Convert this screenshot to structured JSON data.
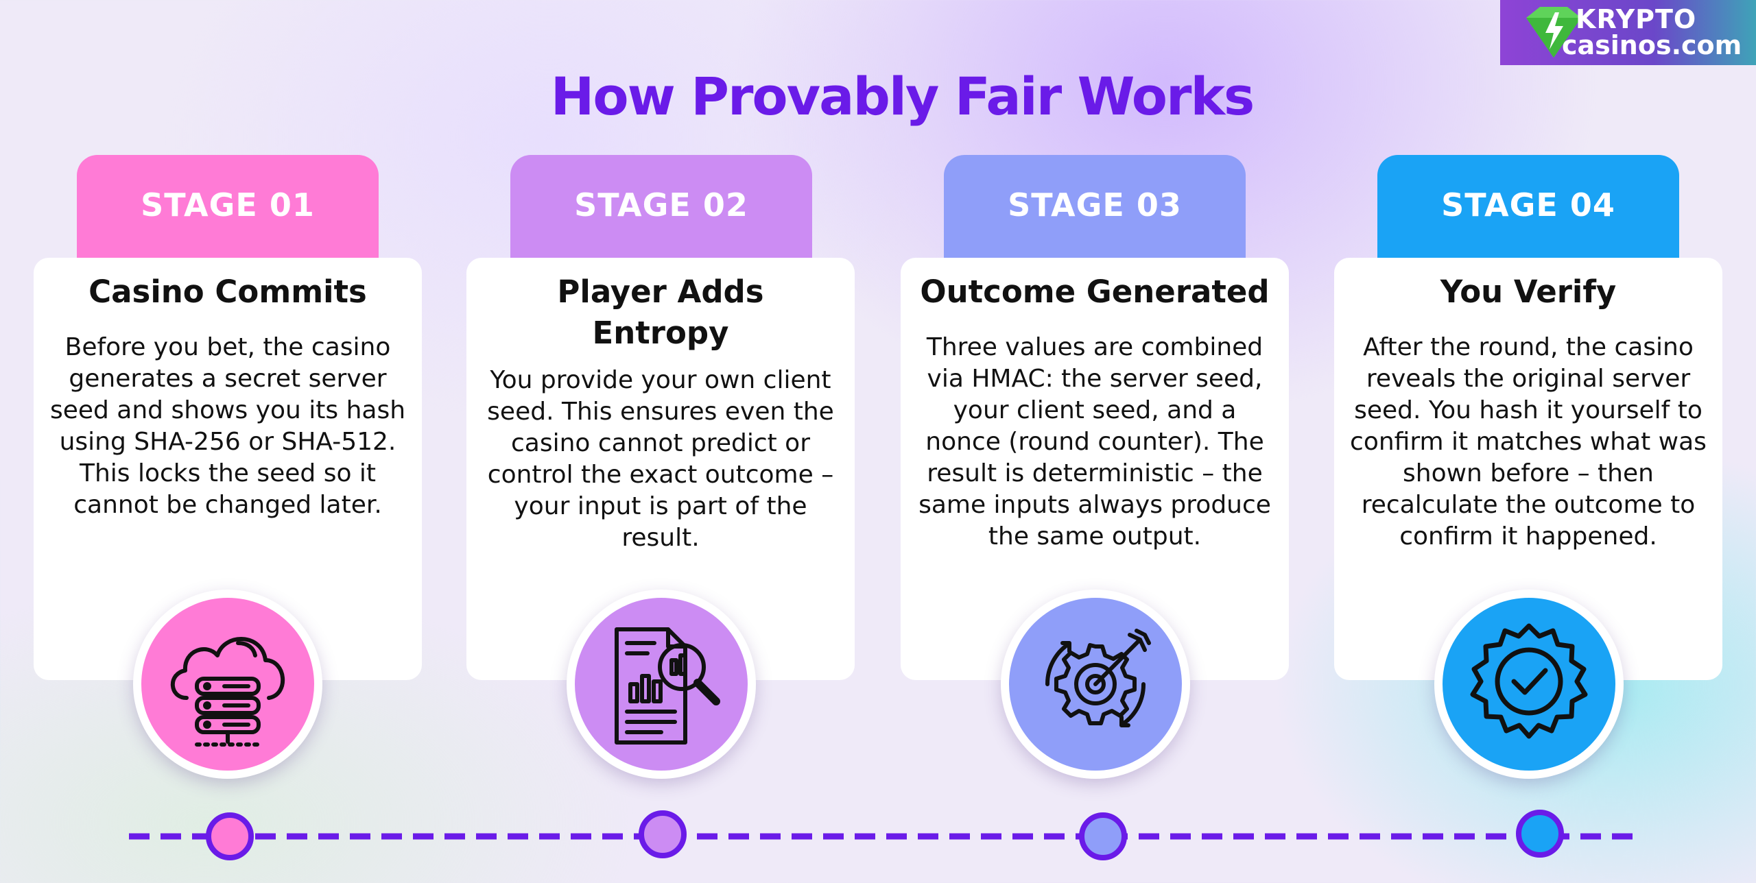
{
  "brand": {
    "line1": "KRYPTO",
    "line2": "casinos.com",
    "colors": {
      "gradient_start": "#8e44d6",
      "gradient_end": "#3fa3b8"
    }
  },
  "title": "How Provably Fair Works",
  "stages": [
    {
      "tab": "STAGE 01",
      "heading": "Casino Commits",
      "description": "Before you bet, the casino generates a secret server seed and shows you its hash using SHA-256 or SHA-512. This locks the seed so it cannot be changed later.",
      "icon": "cloud-server-icon",
      "color": "#ff7bd6"
    },
    {
      "tab": "STAGE 02",
      "heading": "Player Adds Entropy",
      "description": "You provide your own client seed. This ensures even the casino cannot predict or control the exact outcome – your input is part of the result.",
      "icon": "report-magnifier-icon",
      "color": "#cc8cf3"
    },
    {
      "tab": "STAGE 03",
      "heading": "Outcome Generated",
      "description": "Three values are combined via HMAC: the server seed, your client seed, and a nonce (round counter). The result is deterministic – the same inputs always produce the same output.",
      "icon": "gear-target-icon",
      "color": "#8f9ef9"
    },
    {
      "tab": "STAGE 04",
      "heading": "You Verify",
      "description": "After the round, the casino reveals the original server seed. You hash it yourself to confirm it matches what was shown before – then recalculate the outcome to confirm it happened.",
      "icon": "verified-badge-icon",
      "color": "#1aa3f5"
    }
  ],
  "timeline": {
    "line_color": "#6a1be8"
  }
}
